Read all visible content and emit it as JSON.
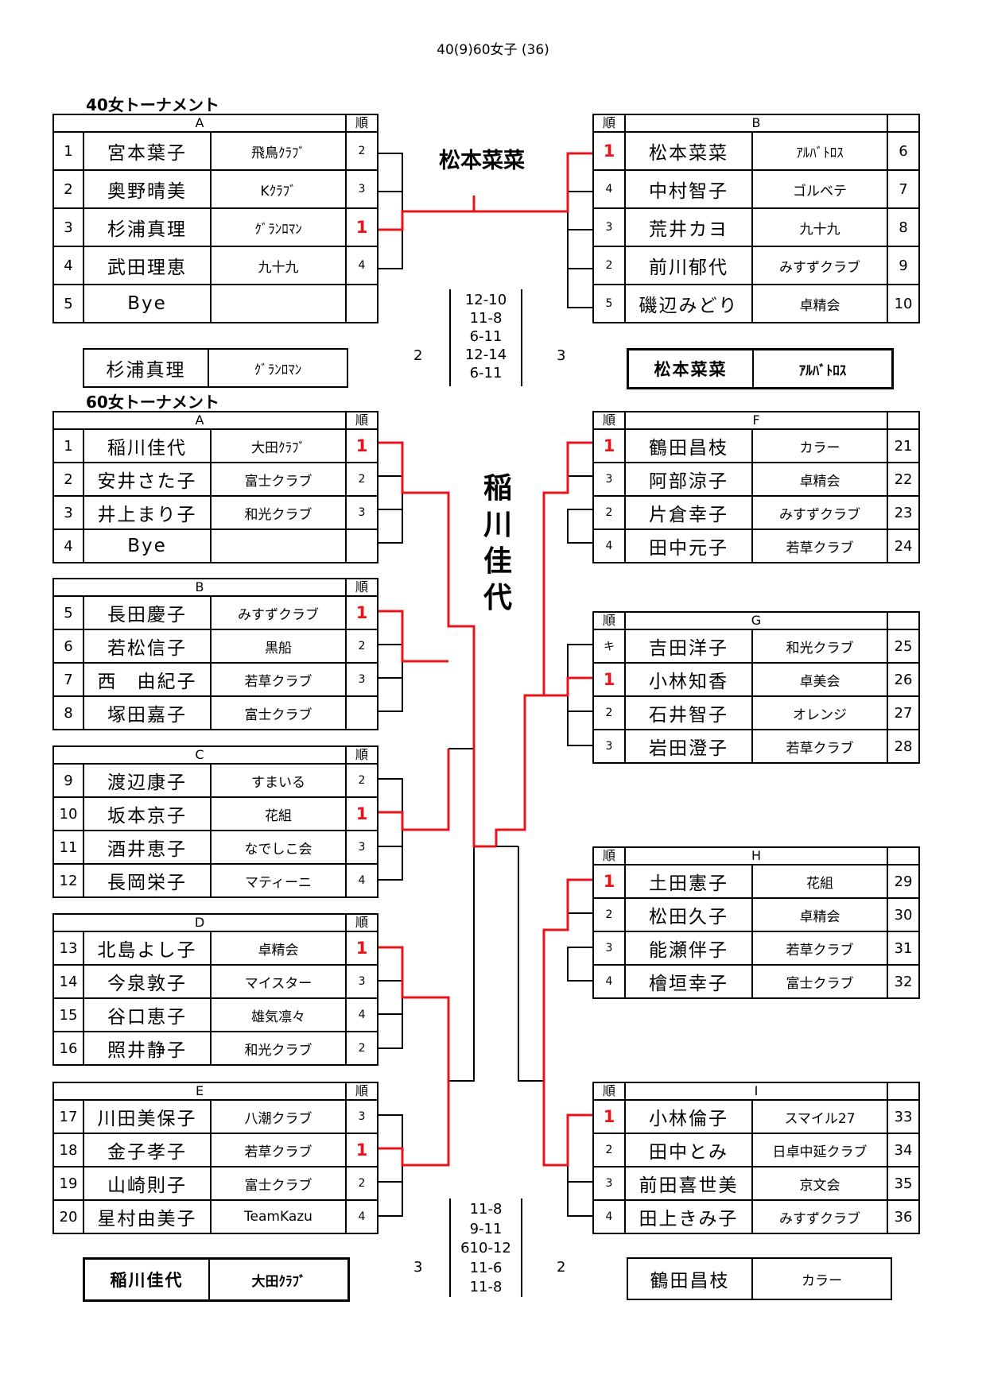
{
  "header": {
    "title": "40(9)60女子 (36)"
  },
  "t40": {
    "title": "40女トーナメント",
    "champion": "松本菜菜",
    "groupA": {
      "label": "A",
      "rank_header": "順",
      "rows": [
        {
          "no": "1",
          "name": "宮本葉子",
          "club": "飛鳥ｸﾗﾌﾞ",
          "rank": "2"
        },
        {
          "no": "2",
          "name": "奥野晴美",
          "club": "Kｸﾗﾌﾞ",
          "rank": "3"
        },
        {
          "no": "3",
          "name": "杉浦真理",
          "club": "ｸﾞﾗﾝﾛﾏﾝ",
          "rank": "1"
        },
        {
          "no": "4",
          "name": "武田理恵",
          "club": "九十九",
          "rank": "4"
        },
        {
          "no": "5",
          "name": "Bye",
          "club": "",
          "rank": ""
        }
      ]
    },
    "groupB": {
      "label": "B",
      "rank_header": "順",
      "rows": [
        {
          "no": "6",
          "name": "松本菜菜",
          "club": "ｱﾙﾊﾞﾄﾛｽ",
          "rank": "1"
        },
        {
          "no": "7",
          "name": "中村智子",
          "club": "ゴルベテ",
          "rank": "4"
        },
        {
          "no": "8",
          "name": "荒井カヨ",
          "club": "九十九",
          "rank": "3"
        },
        {
          "no": "9",
          "name": "前川郁代",
          "club": "みすずクラブ",
          "rank": "2"
        },
        {
          "no": "10",
          "name": "磯辺みどり",
          "club": "卓精会",
          "rank": "5"
        }
      ]
    },
    "finalist_left": {
      "name": "杉浦真理",
      "club": "ｸﾞﾗﾝﾛﾏﾝ"
    },
    "finalist_right": {
      "name": "松本菜菜",
      "club": "ｱﾙﾊﾞﾄﾛｽ"
    },
    "score_left": "2",
    "score_right": "3",
    "games": [
      "12-10",
      "11-8",
      "6-11",
      "12-14",
      "6-11"
    ]
  },
  "t60": {
    "title": "60女トーナメント",
    "champion": [
      "稲",
      "川",
      "佳",
      "代"
    ],
    "groupA": {
      "label": "A",
      "rank_header": "順",
      "rows": [
        {
          "no": "1",
          "name": "稲川佳代",
          "club": "大田ｸﾗﾌﾞ",
          "rank": "1"
        },
        {
          "no": "2",
          "name": "安井さた子",
          "club": "富士クラブ",
          "rank": "2"
        },
        {
          "no": "3",
          "name": "井上まり子",
          "club": "和光クラブ",
          "rank": "3"
        },
        {
          "no": "4",
          "name": "Bye",
          "club": "",
          "rank": ""
        }
      ]
    },
    "groupB": {
      "label": "B",
      "rank_header": "順",
      "rows": [
        {
          "no": "5",
          "name": "長田慶子",
          "club": "みすずクラブ",
          "rank": "1"
        },
        {
          "no": "6",
          "name": "若松信子",
          "club": "黒船",
          "rank": "2"
        },
        {
          "no": "7",
          "name": "西　由紀子",
          "club": "若草クラブ",
          "rank": "3"
        },
        {
          "no": "8",
          "name": "塚田嘉子",
          "club": "富士クラブ",
          "rank": ""
        }
      ]
    },
    "groupC": {
      "label": "C",
      "rank_header": "順",
      "rows": [
        {
          "no": "9",
          "name": "渡辺康子",
          "club": "すまいる",
          "rank": "2"
        },
        {
          "no": "10",
          "name": "坂本京子",
          "club": "花組",
          "rank": "1"
        },
        {
          "no": "11",
          "name": "酒井恵子",
          "club": "なでしこ会",
          "rank": "3"
        },
        {
          "no": "12",
          "name": "長岡栄子",
          "club": "マティーニ",
          "rank": "4"
        }
      ]
    },
    "groupD": {
      "label": "D",
      "rank_header": "順",
      "rows": [
        {
          "no": "13",
          "name": "北島よし子",
          "club": "卓精会",
          "rank": "1"
        },
        {
          "no": "14",
          "name": "今泉敦子",
          "club": "マイスター",
          "rank": "3"
        },
        {
          "no": "15",
          "name": "谷口恵子",
          "club": "雄気凛々",
          "rank": "4"
        },
        {
          "no": "16",
          "name": "照井静子",
          "club": "和光クラブ",
          "rank": "2"
        }
      ]
    },
    "groupE": {
      "label": "E",
      "rank_header": "順",
      "rows": [
        {
          "no": "17",
          "name": "川田美保子",
          "club": "八潮クラブ",
          "rank": "3"
        },
        {
          "no": "18",
          "name": "金子孝子",
          "club": "若草クラブ",
          "rank": "1"
        },
        {
          "no": "19",
          "name": "山崎則子",
          "club": "富士クラブ",
          "rank": "2"
        },
        {
          "no": "20",
          "name": "星村由美子",
          "club": "TeamKazu",
          "rank": "4"
        }
      ]
    },
    "groupF": {
      "label": "F",
      "rank_header": "順",
      "rows": [
        {
          "no": "21",
          "name": "鶴田昌枝",
          "club": "カラー",
          "rank": "1"
        },
        {
          "no": "22",
          "name": "阿部涼子",
          "club": "卓精会",
          "rank": "3"
        },
        {
          "no": "23",
          "name": "片倉幸子",
          "club": "みすずクラブ",
          "rank": "2"
        },
        {
          "no": "24",
          "name": "田中元子",
          "club": "若草クラブ",
          "rank": "4"
        }
      ]
    },
    "groupG": {
      "label": "G",
      "rank_header": "順",
      "rows": [
        {
          "no": "25",
          "name": "吉田洋子",
          "club": "和光クラブ",
          "rank": "キ"
        },
        {
          "no": "26",
          "name": "小林知香",
          "club": "卓美会",
          "rank": "1"
        },
        {
          "no": "27",
          "name": "石井智子",
          "club": "オレンジ",
          "rank": "2"
        },
        {
          "no": "28",
          "name": "岩田澄子",
          "club": "若草クラブ",
          "rank": "3"
        }
      ]
    },
    "groupH": {
      "label": "H",
      "rank_header": "順",
      "rows": [
        {
          "no": "29",
          "name": "土田憲子",
          "club": "花組",
          "rank": "1"
        },
        {
          "no": "30",
          "name": "松田久子",
          "club": "卓精会",
          "rank": "2"
        },
        {
          "no": "31",
          "name": "能瀬伴子",
          "club": "若草クラブ",
          "rank": "3"
        },
        {
          "no": "32",
          "name": "檜垣幸子",
          "club": "富士クラブ",
          "rank": "4"
        }
      ]
    },
    "groupI": {
      "label": "I",
      "rank_header": "順",
      "rows": [
        {
          "no": "33",
          "name": "小林倫子",
          "club": "スマイル27",
          "rank": "1"
        },
        {
          "no": "34",
          "name": "田中とみ",
          "club": "日卓中延クラブ",
          "rank": "2"
        },
        {
          "no": "35",
          "name": "前田喜世美",
          "club": "京文会",
          "rank": "3"
        },
        {
          "no": "36",
          "name": "田上きみ子",
          "club": "みすずクラブ",
          "rank": "4"
        }
      ]
    },
    "finalist_left": {
      "name": "稲川佳代",
      "club": "大田ｸﾗﾌﾞ"
    },
    "finalist_right": {
      "name": "鶴田昌枝",
      "club": "カラー"
    },
    "score_left": "3",
    "score_right": "2",
    "games": [
      "11-8",
      "9-11",
      "610-12",
      "11-6",
      "11-8"
    ]
  },
  "colors": {
    "winner_line": "#e8141c",
    "line": "#000000"
  }
}
